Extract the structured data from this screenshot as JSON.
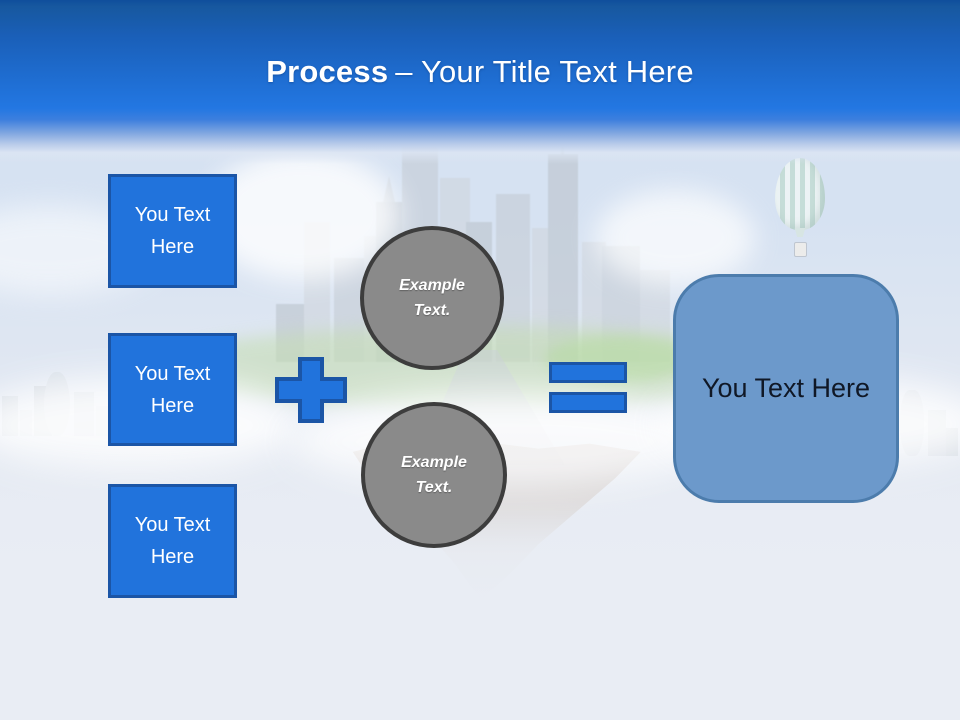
{
  "slide": {
    "title": {
      "bold": "Process",
      "rest": "– Your Title Text Here"
    }
  },
  "process": {
    "inputs": [
      {
        "label": "You Text Here"
      },
      {
        "label": "You Text Here"
      },
      {
        "label": "You Text Here"
      }
    ],
    "steps": [
      {
        "label": "Example Text."
      },
      {
        "label": "Example Text."
      }
    ],
    "result": {
      "label": "You Text Here"
    },
    "operators": {
      "plus": "plus-icon",
      "equals": "equals-icon"
    }
  },
  "scene": {
    "balloon": "hot-air-balloon-icon",
    "city": "city-skyline",
    "island": "floating-rock-island"
  },
  "colors": {
    "accent_blue": "#2173DC",
    "accent_blue_border": "#1B55A6",
    "circle_gray": "#8A8A8A",
    "circle_border": "#3D3D3D",
    "result_fill": "#6C99CB",
    "result_border": "#4C7CAC",
    "header_top": "#0F4E9C",
    "header_mid": "#2377E2"
  }
}
